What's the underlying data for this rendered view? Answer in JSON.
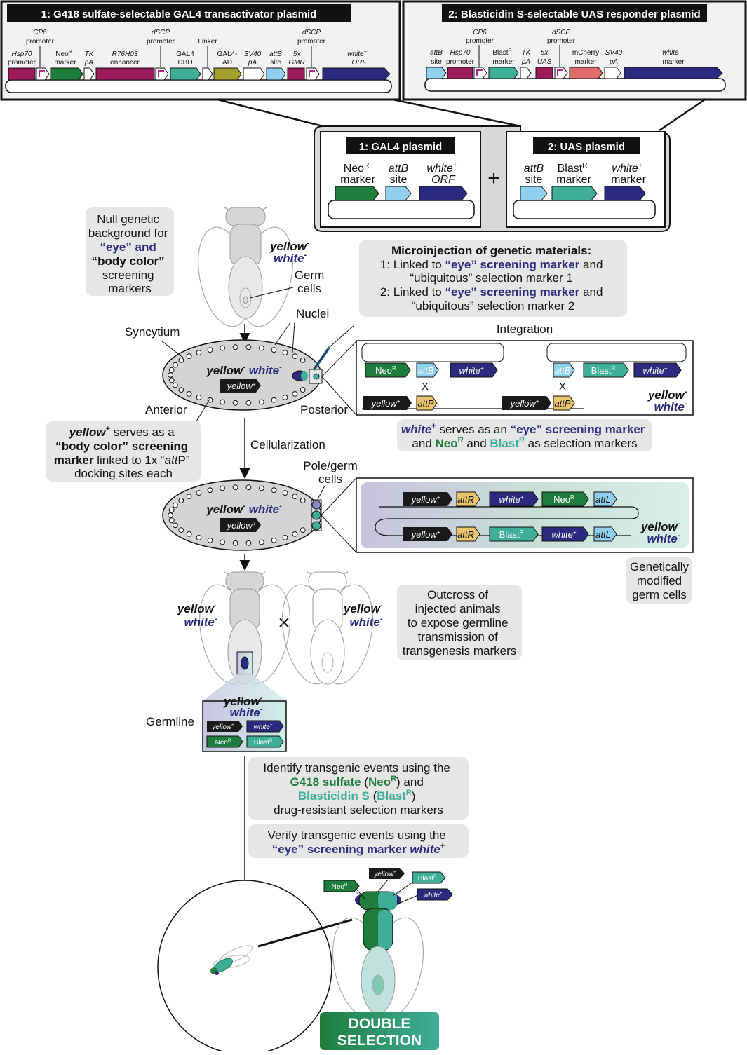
{
  "plasmid1": {
    "title": "1: G418 sulfate-selectable GAL4 transactivator plasmid",
    "lab": {
      "cp6": [
        "CP6",
        "promoter"
      ],
      "hsp70": [
        "Hsp70",
        "promoter"
      ],
      "neo": [
        "Neo",
        "marker"
      ],
      "tk": [
        "TK",
        "pA"
      ],
      "r76": [
        "R76H03",
        "enhancer"
      ],
      "dscp1": [
        "dSCP",
        "promoter"
      ],
      "gal4dbd": [
        "GAL4",
        "DBD"
      ],
      "linker": [
        "Linker"
      ],
      "gal4ad": [
        "GAL4-",
        "AD"
      ],
      "sv40": [
        "SV40",
        "pA"
      ],
      "attb": [
        "attB",
        "site"
      ],
      "gmr": [
        "5x",
        "GMR"
      ],
      "dscp2": [
        "dSCP",
        "promoter"
      ],
      "white": [
        "white",
        "ORF"
      ]
    }
  },
  "plasmid2": {
    "title": "2: Blasticidin S-selectable UAS responder plasmid",
    "lab": {
      "attb": [
        "attB",
        "site"
      ],
      "hsp70": [
        "Hsp70",
        "promoter"
      ],
      "cp6": [
        "CP6",
        "promoter"
      ],
      "blast": [
        "Blast",
        "marker"
      ],
      "tk": [
        "TK",
        "pA"
      ],
      "uas": [
        "5x",
        "UAS"
      ],
      "dscp": [
        "dSCP",
        "promoter"
      ],
      "mcherry": [
        "mCherry",
        "marker"
      ],
      "sv40": [
        "SV40",
        "pA"
      ],
      "white": [
        "white",
        "marker"
      ]
    }
  },
  "gal4box": {
    "title": "1: GAL4 plasmid",
    "neo": [
      "Neo",
      "marker"
    ],
    "attb": [
      "attB",
      "site"
    ],
    "white": [
      "white",
      "ORF"
    ]
  },
  "uasbox": {
    "title": "2: UAS plasmid",
    "attb": [
      "attB",
      "site"
    ],
    "blast": [
      "Blast",
      "marker"
    ],
    "white": [
      "white",
      "marker"
    ]
  },
  "plus": "+",
  "null_bg": [
    "Null genetic",
    "background for",
    "“eye” and",
    "“body color”",
    "screening",
    "markers"
  ],
  "yellow": "yellow",
  "white": "white",
  "sup_minus": "-",
  "sup_plus": "+",
  "sup_R": "R",
  "germ_cells": [
    "Germ",
    "cells"
  ],
  "nuclei": "Nuclei",
  "syncytium": "Syncytium",
  "anterior": "Anterior",
  "posterior": "Posterior",
  "micro": {
    "title": "Microinjection of genetic materials:",
    "l1a": "1: Linked to ",
    "eye_marker": "“eye” screening marker",
    "and": " and",
    "l1b": "“ubiquitous” selection marker 1",
    "l2a": "2: Linked to ",
    "l2b": "“ubiquitous” selection marker 2"
  },
  "integration": "Integration",
  "neo": "Neo",
  "blast": "Blast",
  "attB": "attB",
  "attP": "attP",
  "attR": "attR",
  "attL": "attL",
  "cross_x": "X",
  "times": "×",
  "yellow_note": {
    "l1": " serves as a",
    "l2": "“body color” screening",
    "l3": "marker",
    "l3b": " linked to 1x “",
    "l3c": "att",
    "l3d": "P”",
    "l4": "docking sites each"
  },
  "white_note": {
    "l1": " serves as an ",
    "eye": "“eye” screening marker",
    "l2a": "and ",
    "l2b": " and ",
    "l2c": " as selection markers"
  },
  "cellularization": "Cellularization",
  "pole_cells": [
    "Pole/germ",
    "cells"
  ],
  "gm_cells": [
    "Genetically",
    "modified",
    "germ cells"
  ],
  "outcross": [
    "Outcross of",
    "injected animals",
    "to expose germline",
    "transmission of",
    "transgenesis markers"
  ],
  "germline": "Germline",
  "identify": {
    "l1": "Identify transgenic events using the",
    "g418": "G418 sulfate",
    "blasticidin": "Blasticidin S",
    "l4": "drug-resistant selection markers"
  },
  "verify": {
    "l1": "Verify transgenic events using the",
    "l2": "“eye” screening marker "
  },
  "double": [
    "DOUBLE",
    "SELECTION"
  ],
  "colors": {
    "magenta": "#9b1b5a",
    "green": "#1e7d3d",
    "teal": "#3fae99",
    "navy": "#2b2a7e",
    "olive": "#a4a02b",
    "lightblue": "#8fd0ee",
    "attp": "#e9c46a",
    "salmon": "#e06b6b",
    "black": "#1a1a1a",
    "callout": "#e6e6e6",
    "panel": "#f2f2f2"
  }
}
